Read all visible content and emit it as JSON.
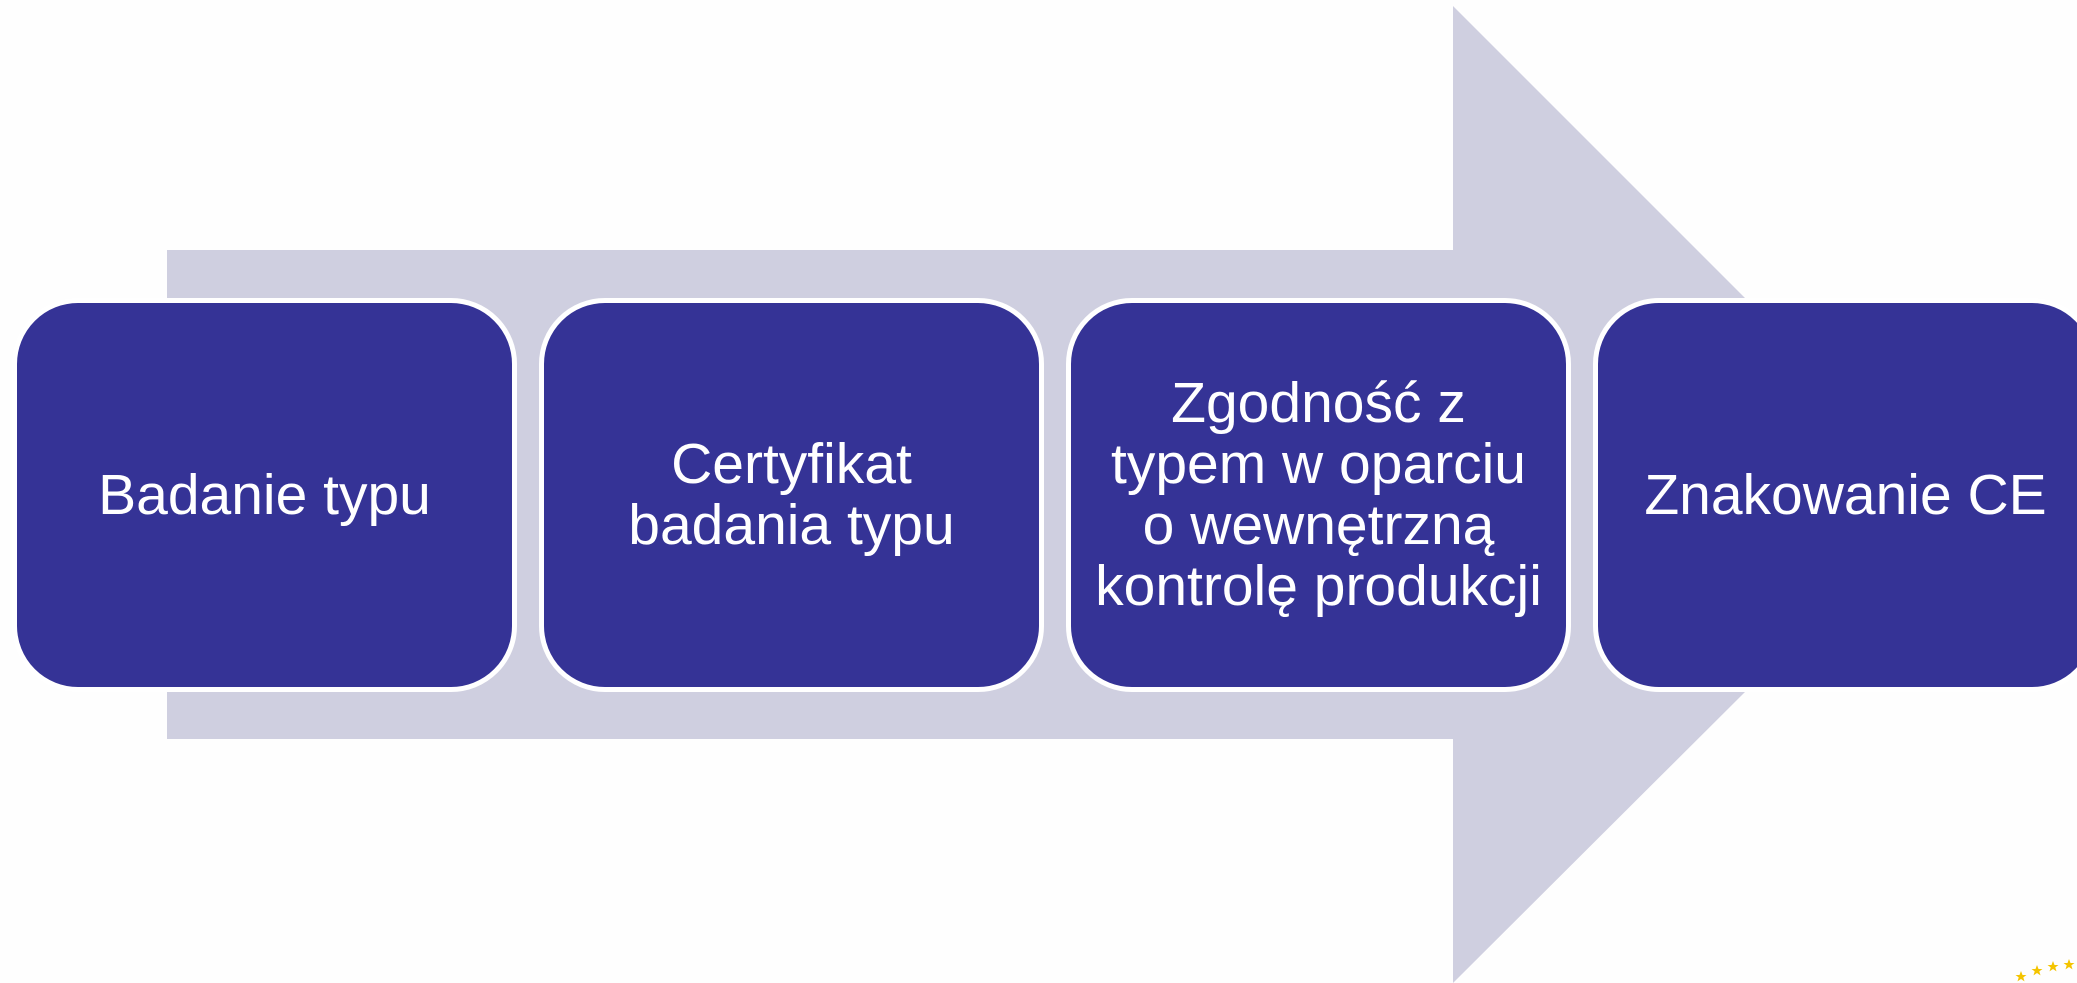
{
  "diagram": {
    "steps": [
      {
        "label": "Badanie typu"
      },
      {
        "label": "Certyfikat badania typu"
      },
      {
        "label": "Zgodność z typem w oparciu o wewnętrzną kontrolę produkcji"
      },
      {
        "label": "Znakowanie CE"
      }
    ]
  },
  "colors": {
    "box_fill": "#353396",
    "box_border": "#ffffff",
    "arrow_fill": "#cfcfe0",
    "background": "#fefefe",
    "star_color": "#f4c400"
  }
}
